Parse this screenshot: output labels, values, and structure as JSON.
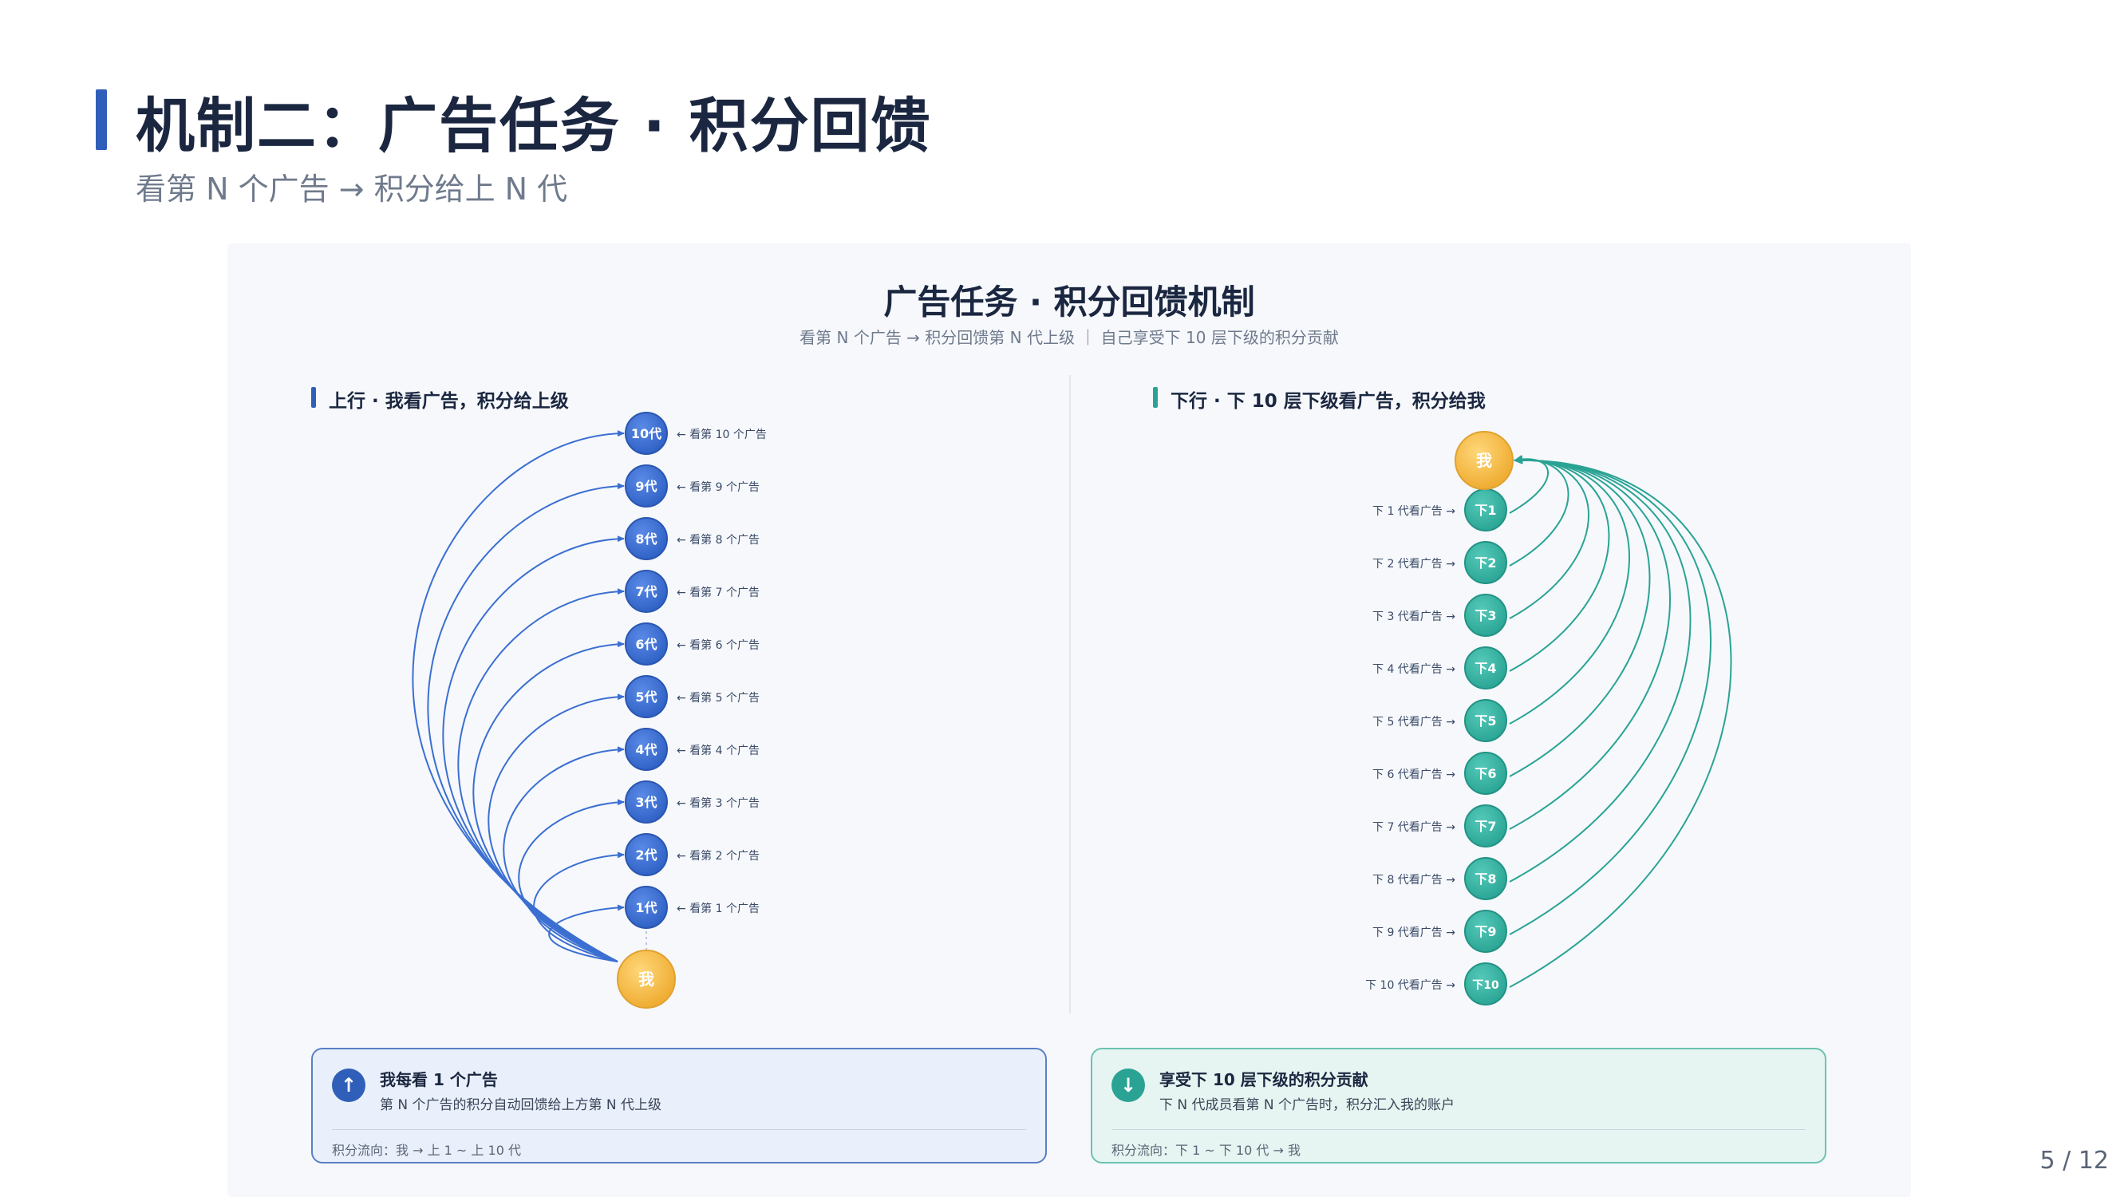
{
  "page": {
    "title": "机制二：广告任务 · 积分回馈",
    "subtitle": "看第 N 个广告 → 积分给上 N 代",
    "page_number": "5 / 12"
  },
  "diagram": {
    "title": "广告任务 · 积分回馈机制",
    "subtitle": "看第 N 个广告 → 积分回馈第 N 代上级 ｜ 自己享受下 10 层下级的积分贡献",
    "left": {
      "section_title": "上行 · 我看广告，积分给上级",
      "me_label": "我",
      "nodes": [
        {
          "label": "1代",
          "annotation": "← 看第 1 个广告"
        },
        {
          "label": "2代",
          "annotation": "← 看第 2 个广告"
        },
        {
          "label": "3代",
          "annotation": "← 看第 3 个广告"
        },
        {
          "label": "4代",
          "annotation": "← 看第 4 个广告"
        },
        {
          "label": "5代",
          "annotation": "← 看第 5 个广告"
        },
        {
          "label": "6代",
          "annotation": "← 看第 6 个广告"
        },
        {
          "label": "7代",
          "annotation": "← 看第 7 个广告"
        },
        {
          "label": "8代",
          "annotation": "← 看第 8 个广告"
        },
        {
          "label": "9代",
          "annotation": "← 看第 9 个广告"
        },
        {
          "label": "10代",
          "annotation": "← 看第 10 个广告"
        }
      ]
    },
    "right": {
      "section_title": "下行 · 下 10 层下级看广告，积分给我",
      "me_label": "我",
      "nodes": [
        {
          "label": "下1",
          "annotation": "下 1 代看广告 →"
        },
        {
          "label": "下2",
          "annotation": "下 2 代看广告 →"
        },
        {
          "label": "下3",
          "annotation": "下 3 代看广告 →"
        },
        {
          "label": "下4",
          "annotation": "下 4 代看广告 →"
        },
        {
          "label": "下5",
          "annotation": "下 5 代看广告 →"
        },
        {
          "label": "下6",
          "annotation": "下 6 代看广告 →"
        },
        {
          "label": "下7",
          "annotation": "下 7 代看广告 →"
        },
        {
          "label": "下8",
          "annotation": "下 8 代看广告 →"
        },
        {
          "label": "下9",
          "annotation": "下 9 代看广告 →"
        },
        {
          "label": "下10",
          "annotation": "下 10 代看广告 →"
        }
      ]
    },
    "cards": {
      "up": {
        "icon": "arrow-up-icon",
        "icon_glyph": "↑",
        "title": "我每看 1 个广告",
        "desc": "第 N 个广告的积分自动回馈给上方第 N 代上级",
        "flow": "积分流向：我 → 上 1 ~ 上 10 代"
      },
      "down": {
        "icon": "arrow-down-icon",
        "icon_glyph": "↓",
        "title": "享受下 10 层下级的积分贡献",
        "desc": "下 N 代成员看第 N 个广告时，积分汇入我的账户",
        "flow": "积分流向：下 1 ~ 下 10 代 → 我"
      }
    },
    "colors": {
      "blue": "#2f5fb8",
      "blue_node": "#3b6fd1",
      "teal": "#2aa394",
      "teal_node": "#33b3a3",
      "gold": "#f3b43c"
    }
  }
}
